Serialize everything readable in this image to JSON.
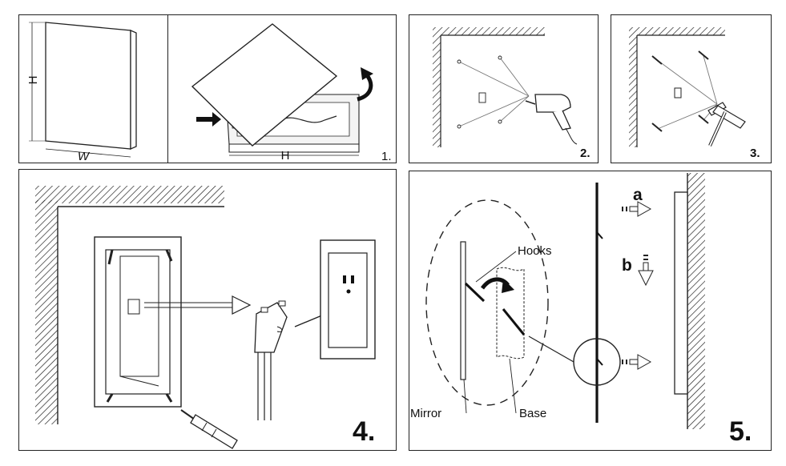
{
  "panel1": {
    "dim_h": "H",
    "dim_w": "W",
    "dim_h2": "H",
    "step": "1."
  },
  "panel2": {
    "step": "2."
  },
  "panel3": {
    "step": "3."
  },
  "panel4": {
    "step": "4."
  },
  "panel5": {
    "step": "5.",
    "label_hooks": "Hooks",
    "label_mirror": "Mirror",
    "label_base": "Base",
    "label_a": "a",
    "label_b": "b"
  }
}
